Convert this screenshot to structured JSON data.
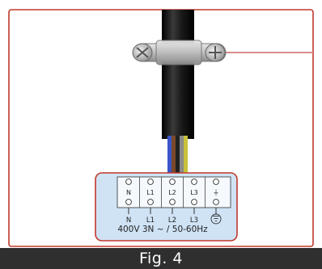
{
  "figure": {
    "caption": "Fig. 4",
    "terminal_top_symbols": [
      {
        "top": "",
        "mid": "N"
      },
      {
        "top": "",
        "mid": "L1"
      },
      {
        "top": "",
        "mid": "L2"
      },
      {
        "top": "",
        "mid": "L3"
      },
      {
        "top": "",
        "mid": "⏚"
      }
    ],
    "terminal_bottom_labels": [
      "N",
      "L1",
      "L2",
      "L3",
      ""
    ],
    "rating_label": "400V 3N ~ /  50-60Hz",
    "wire_colors": [
      "#3a55c8",
      "#7a4a2a",
      "#222222",
      "#8a8a8a",
      "#c8c23a"
    ],
    "colors": {
      "frame_border": "#c0392b",
      "cable": "#111111",
      "terminal_fill": "#cfe3f5",
      "terminal_border": "#c0392b",
      "caption_bg": "#2f2f2f"
    }
  }
}
